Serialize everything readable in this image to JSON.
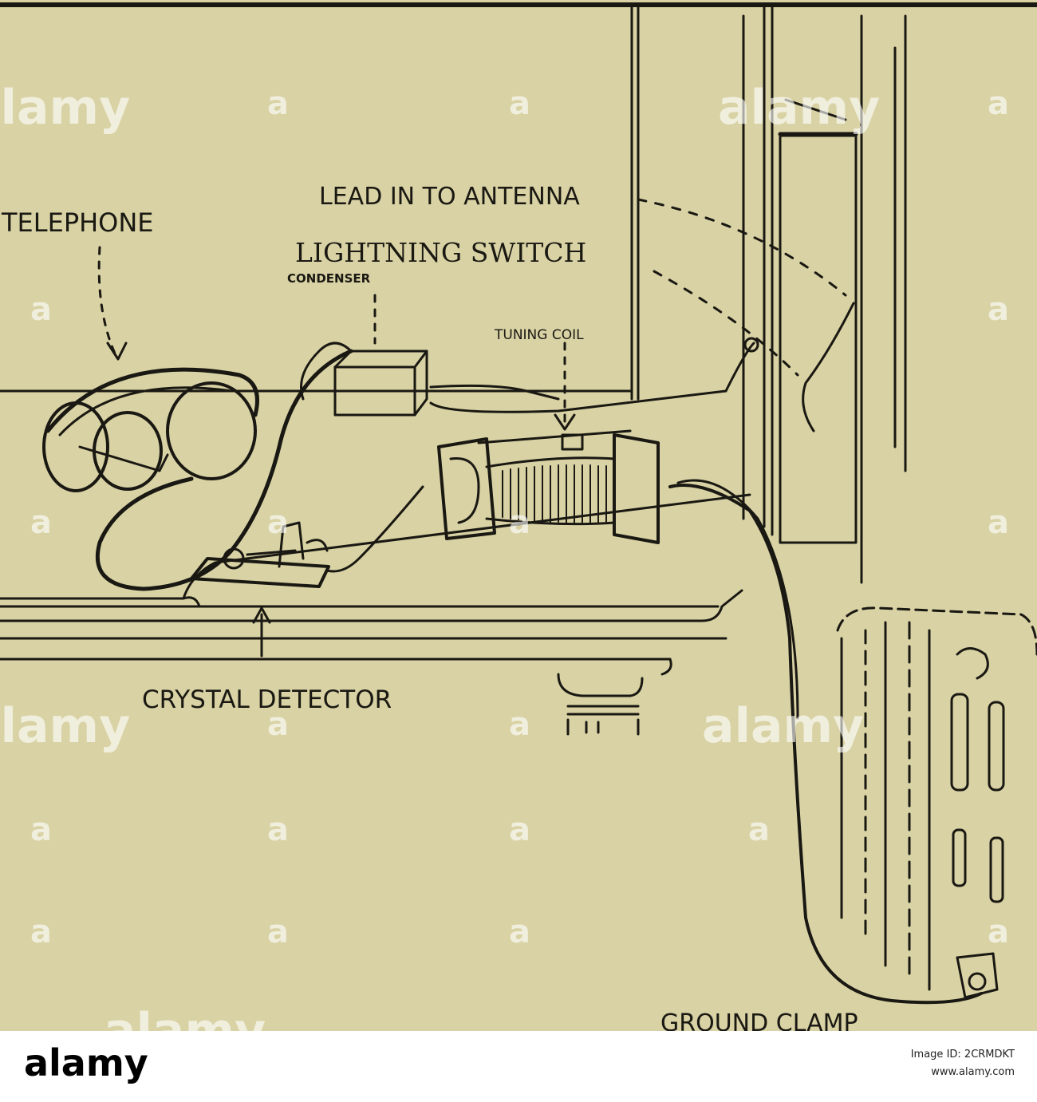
{
  "labels": {
    "lead_in": "LEAD IN TO ANTENNA",
    "telephone": "TELEPHONE",
    "lightning_switch": "LIGHTNING SWITCH",
    "condenser": "CONDENSER",
    "tuning_coil": "TUNING COIL",
    "crystal_detector": "CRYSTAL DETECTOR",
    "ground_clamp": "GROUND CLAMP"
  },
  "watermark": {
    "text": "alamy",
    "letter": "a"
  },
  "footer": {
    "logo": "alamy",
    "image_id": "Image ID: 2CRMDKT",
    "url": "www.alamy.com"
  },
  "colors": {
    "paper": "#d8d2a4",
    "ink": "#1a1812",
    "footer": "#ffffff"
  }
}
